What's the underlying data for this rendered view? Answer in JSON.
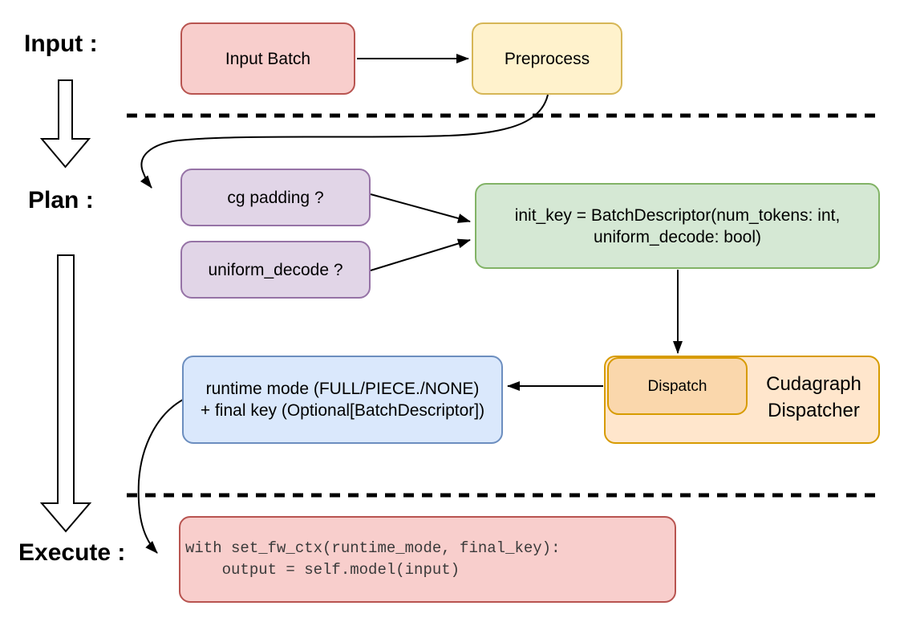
{
  "stage_labels": {
    "input": "Input :",
    "plan": "Plan :",
    "execute": "Execute :"
  },
  "nodes": {
    "input_batch": {
      "label": "Input Batch",
      "fill": "#f8cecc",
      "stroke": "#b85450"
    },
    "preprocess": {
      "label": "Preprocess",
      "fill": "#fff2cc",
      "stroke": "#d6b656"
    },
    "cg_padding": {
      "label": "cg padding ?",
      "fill": "#e1d5e7",
      "stroke": "#9673a6"
    },
    "uniform_decode": {
      "label": "uniform_decode ?",
      "fill": "#e1d5e7",
      "stroke": "#9673a6"
    },
    "init_key": {
      "line1": "init_key = BatchDescriptor(num_tokens: int,",
      "line2": "uniform_decode: bool)",
      "fill": "#d5e8d4",
      "stroke": "#82b366"
    },
    "dispatch": {
      "label": "Dispatch",
      "fill": "#fad7ac",
      "stroke": "#d79b00"
    },
    "cudagraph_dispatcher": {
      "line1": "Cudagraph",
      "line2": "Dispatcher",
      "fill": "#ffe6cc",
      "stroke": "#d79b00"
    },
    "runtime_mode": {
      "line1": "runtime mode (FULL/PIECE./NONE)",
      "line2": "+ final key (Optional[BatchDescriptor])",
      "fill": "#dae8fc",
      "stroke": "#6c8ebf"
    },
    "execute_code": {
      "line1": "with set_fw_ctx(runtime_mode, final_key):",
      "line2": "    output = self.model(input)",
      "fill": "#f8cecc",
      "stroke": "#b85450"
    }
  },
  "connectors": [
    {
      "from": "input_batch",
      "to": "preprocess"
    },
    {
      "from": "preprocess",
      "to": "cg_padding",
      "style": "curved"
    },
    {
      "from": "cg_padding",
      "to": "init_key"
    },
    {
      "from": "uniform_decode",
      "to": "init_key"
    },
    {
      "from": "init_key",
      "to": "dispatch"
    },
    {
      "from": "dispatch",
      "to": "runtime_mode"
    },
    {
      "from": "runtime_mode",
      "to": "execute_code",
      "style": "curved"
    }
  ],
  "separators": [
    {
      "between": "input-and-plan",
      "style": "dashed"
    },
    {
      "between": "plan-and-execute",
      "style": "dashed"
    }
  ]
}
